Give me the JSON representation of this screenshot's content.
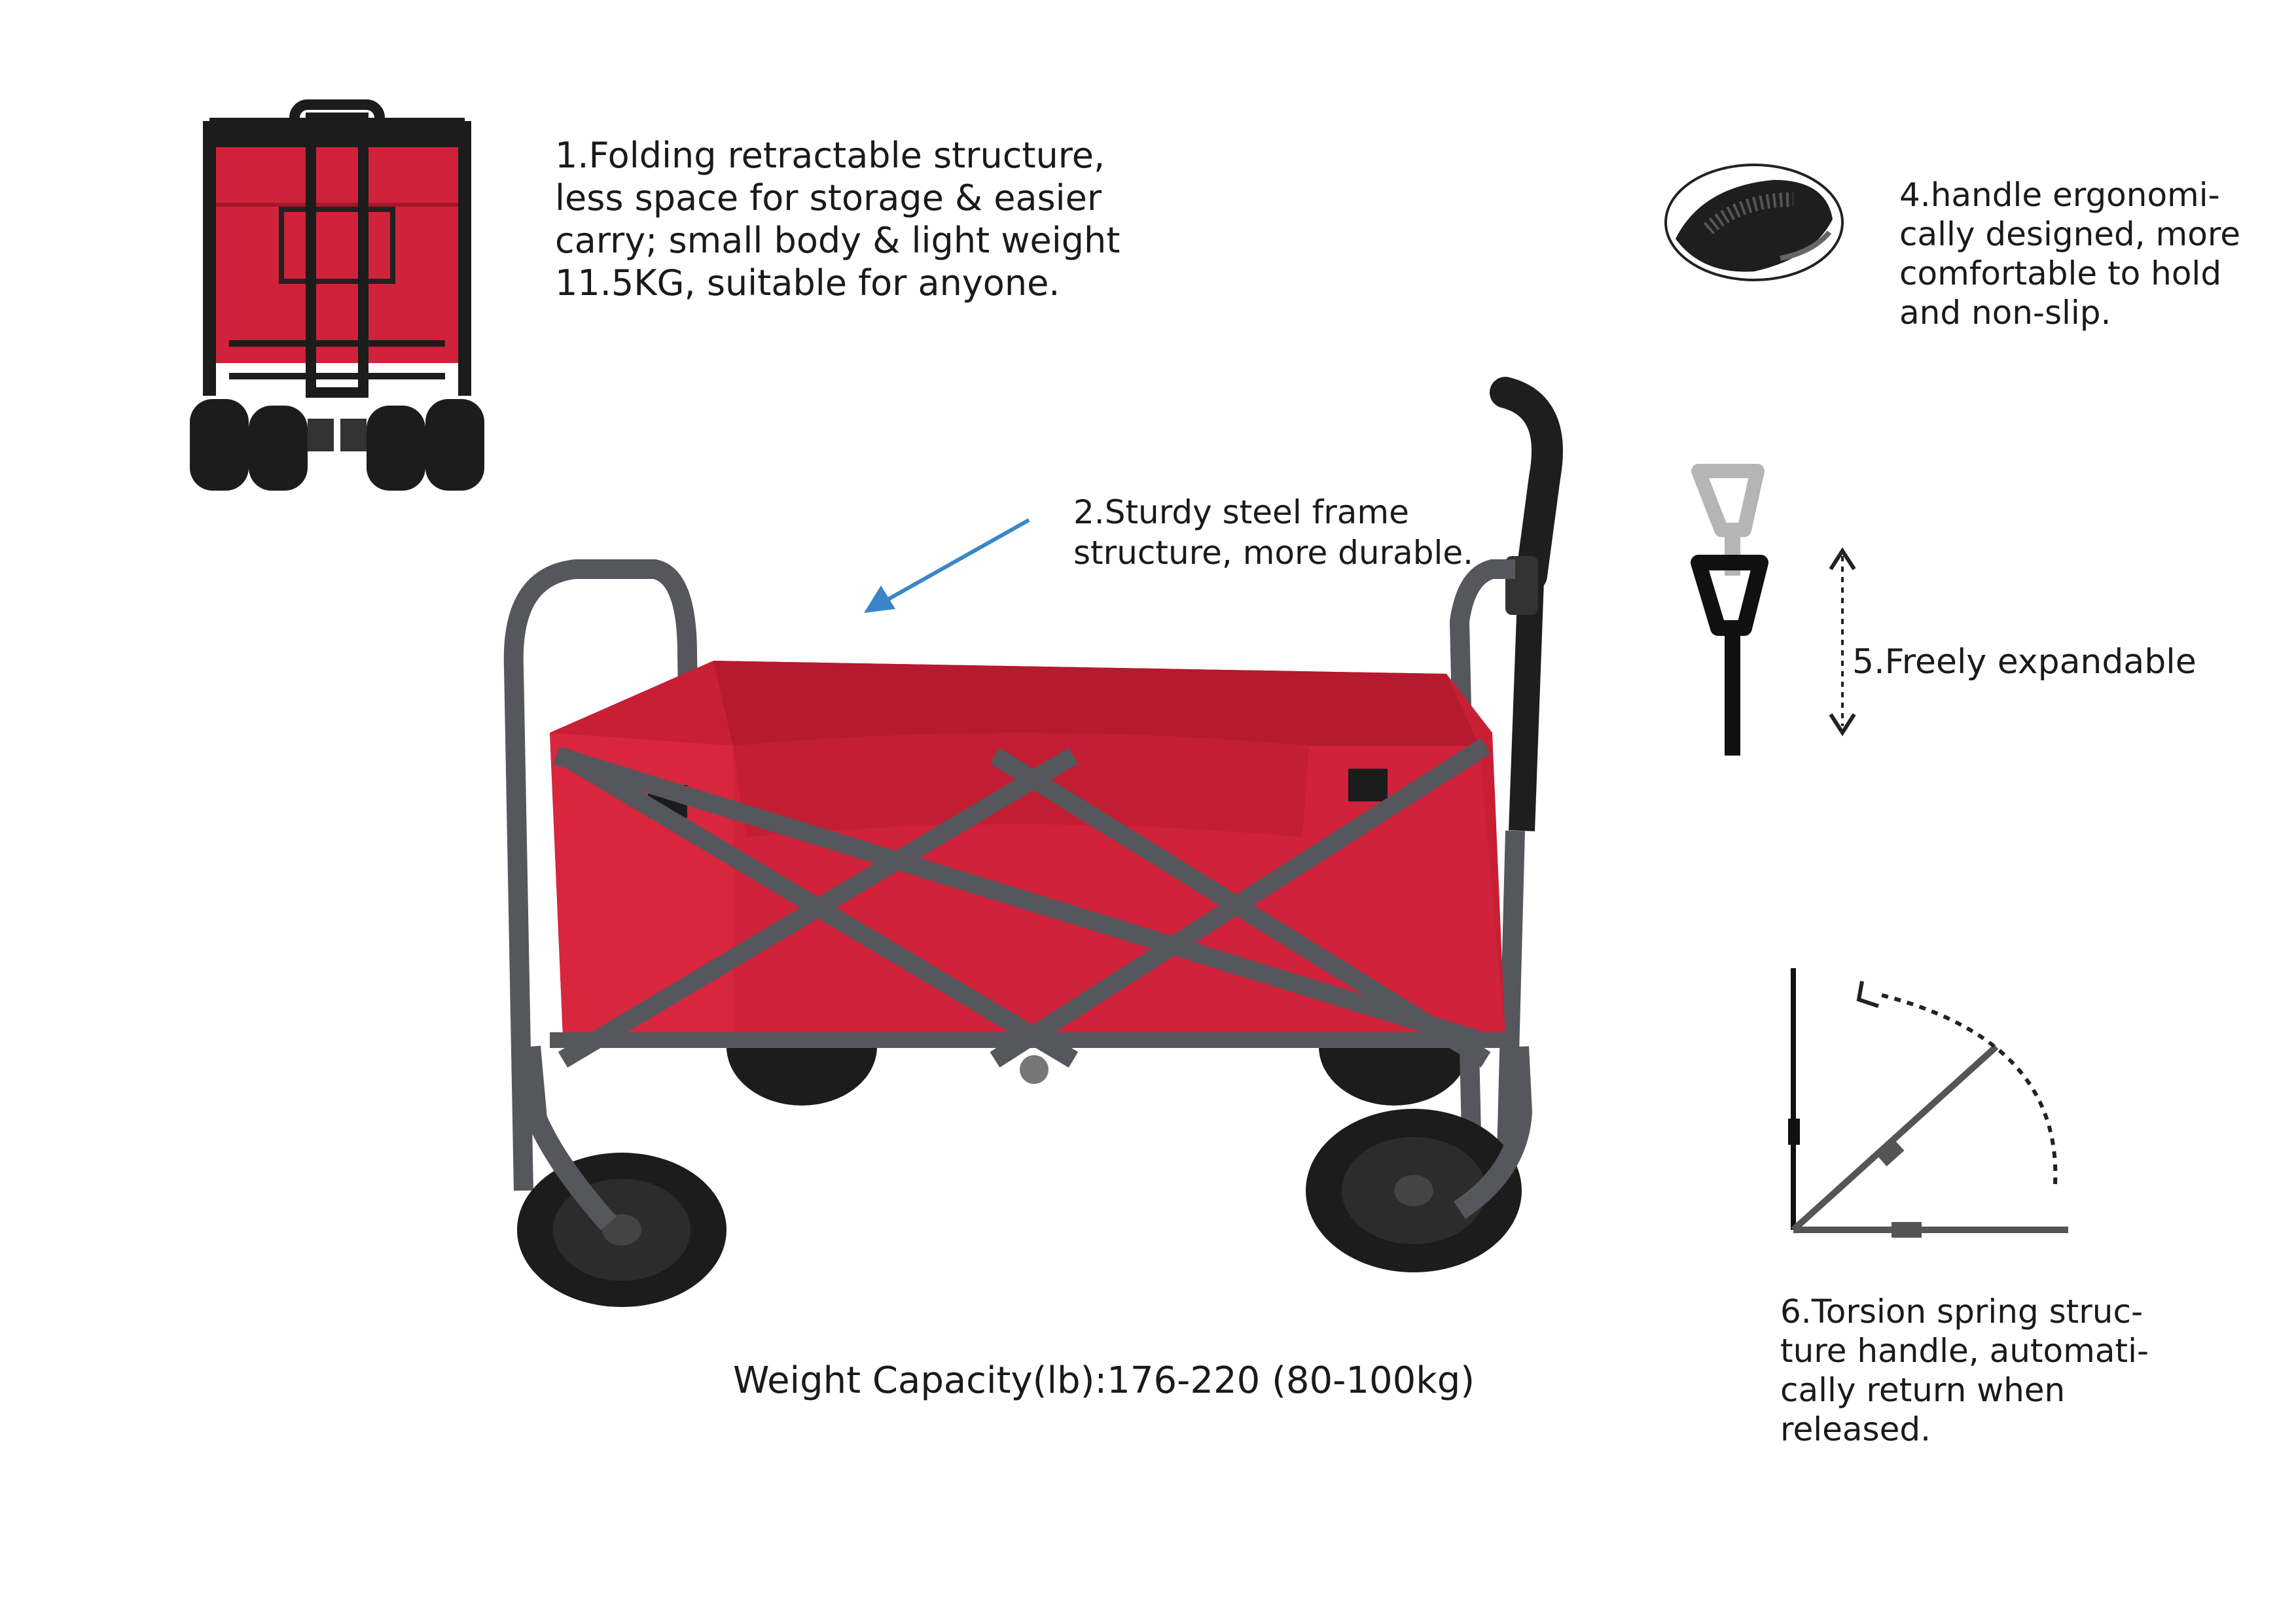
{
  "features": {
    "f1": {
      "lines": [
        "1.Folding retractable structure,",
        "less space for storage & easier",
        "carry; small body & light weight",
        "11.5KG, suitable for anyone."
      ]
    },
    "f2": {
      "lines": [
        "2.Sturdy steel frame",
        "structure, more durable."
      ]
    },
    "f4": {
      "lines": [
        "4.handle ergonomi-",
        "cally designed, more",
        "comfortable to hold",
        "and non-slip."
      ]
    },
    "f5": {
      "lines": [
        "5.Freely expandable"
      ]
    },
    "f6": {
      "lines": [
        "6.Torsion spring struc-",
        "ture handle, automati-",
        "cally return when",
        "released."
      ]
    }
  },
  "capacity": {
    "text": "Weight Capacity(lb):176-220 (80-100kg)"
  },
  "colors": {
    "fabric": "#d0223a",
    "frame": "#55575c",
    "tire": "#1c1c1c",
    "arrow": "#3a86c8"
  },
  "icons": [
    "folded-wagon-image",
    "arrow-icon",
    "handle-grip-image",
    "expandable-handle-icon",
    "torsion-spring-diagram",
    "wagon-image"
  ]
}
